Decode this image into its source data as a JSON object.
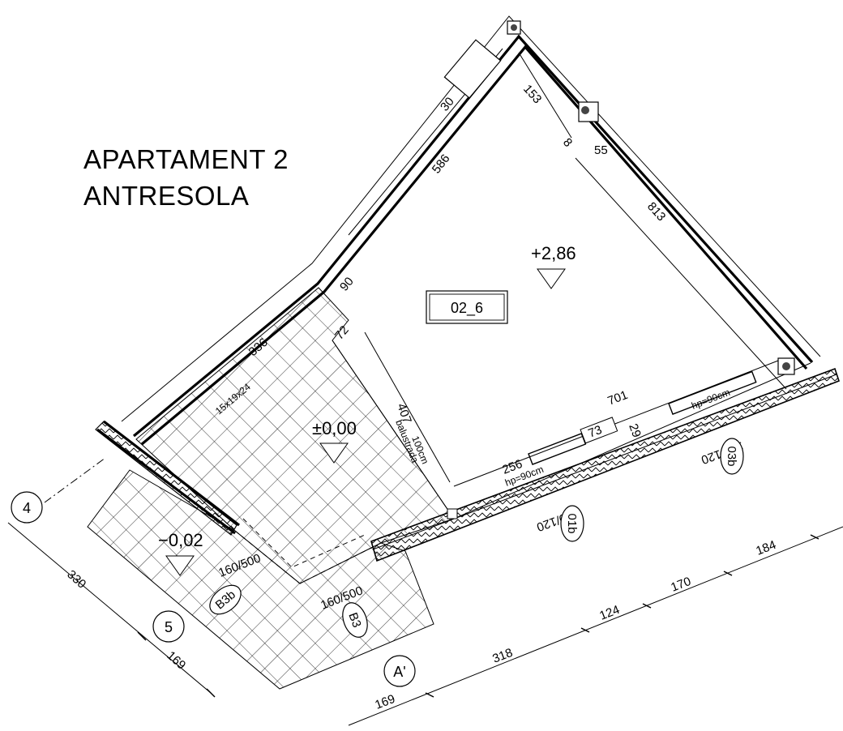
{
  "title": {
    "line1": "APARTAMENT 2",
    "line2": "ANTRESOLA"
  },
  "room_tag": "02_6",
  "levels": {
    "mezzanine": "+2,86",
    "lower": "±0,00",
    "terrace": "−0,02"
  },
  "dimensions": {
    "d30": "30",
    "d153": "153",
    "d8": "8",
    "d55": "55",
    "d586": "586",
    "d813": "813",
    "d90": "90",
    "d72": "72",
    "d336": "336",
    "d407": "407",
    "d701": "701",
    "d256": "256",
    "d73": "73",
    "d29": "29",
    "d330": "330",
    "d169_left": "169",
    "d169_bottom": "169",
    "d318": "318",
    "d124": "124",
    "d170": "170",
    "d184": "184"
  },
  "notes": {
    "stairs": "15x19x24",
    "balustrade_1": "balustrada",
    "balustrade_2": "100cm",
    "hp_left": "hp=90cm",
    "hp_right": "hp=90cm"
  },
  "openings": {
    "o1": "120/120",
    "o2": "180/120",
    "o3": "160/500",
    "o4": "160/500"
  },
  "markers": {
    "axis_4": "4",
    "axis_5": "5",
    "axis_a": "A'",
    "win_01b": "01b",
    "win_03b": "03b",
    "door_b3b": "B3b",
    "door_b3": "B3"
  }
}
